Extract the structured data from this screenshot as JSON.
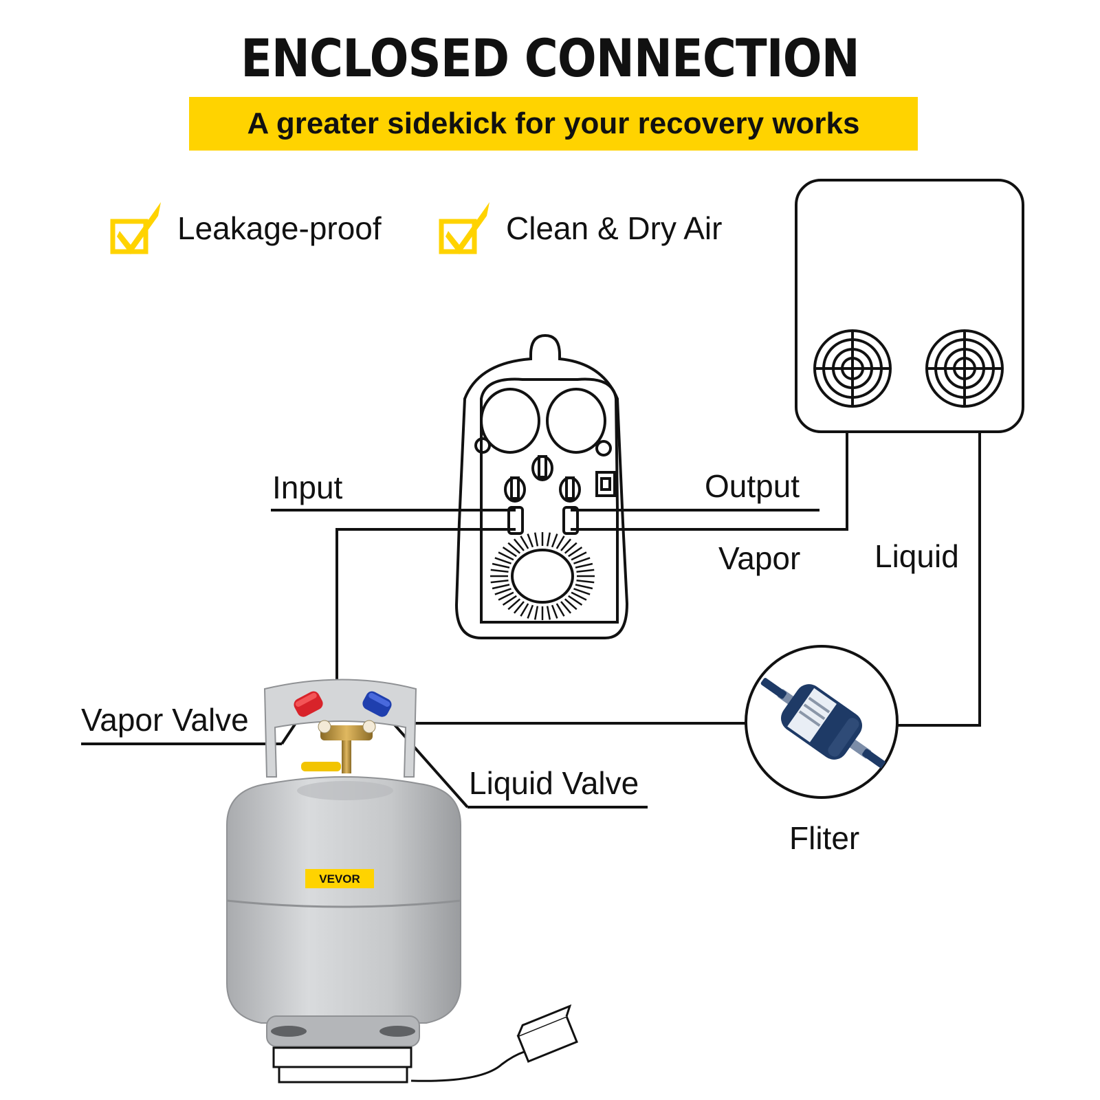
{
  "header": {
    "title": "ENCLOSED CONNECTION",
    "subtitle": "A greater sidekick for your recovery works"
  },
  "features": [
    {
      "label": "Leakage-proof",
      "icon": "checkbox-check-icon"
    },
    {
      "label": "Clean & Dry Air",
      "icon": "checkbox-check-icon"
    }
  ],
  "labels": {
    "input": "Input",
    "output": "Output",
    "vapor": "Vapor",
    "liquid": "Liquid",
    "vapor_valve": "Vapor Valve",
    "liquid_valve": "Liquid Valve",
    "filter": "Fliter"
  },
  "tank": {
    "brand": "VEVOR"
  },
  "colors": {
    "accent_yellow": "#ffd300",
    "vapor_valve_red": "#d8232a",
    "liquid_valve_blue": "#1f3fae",
    "filter_blue": "#1e3a66",
    "tank_gray": "#c4c6c8",
    "line": "#111111"
  }
}
